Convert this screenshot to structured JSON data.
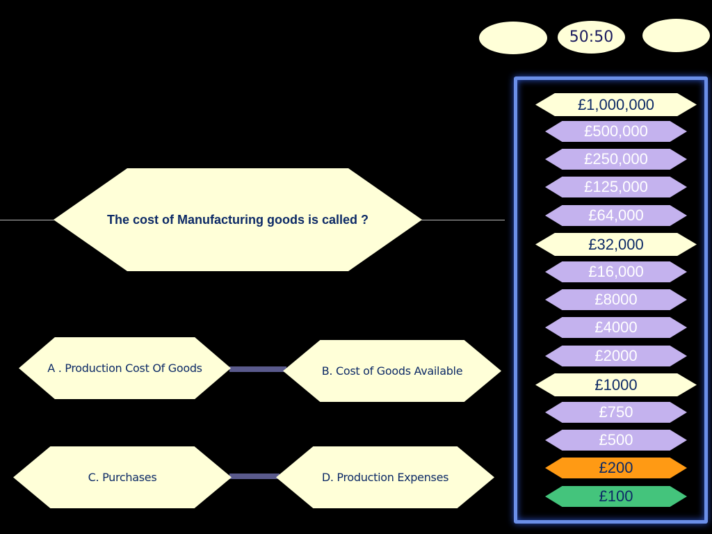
{
  "lifelines": {
    "left_label": "",
    "fifty_label": "50:50",
    "right_label": ""
  },
  "question": {
    "text": "The cost of Manufacturing goods is called ?"
  },
  "answers": {
    "a": "A . Production Cost Of Goods",
    "b": "B. Cost of Goods Available",
    "c": "C. Purchases",
    "d": "D. Production Expenses"
  },
  "ladder": {
    "prizes": [
      {
        "label": "£1,000,000",
        "kind": "milestone"
      },
      {
        "label": "£500,000",
        "kind": "norm"
      },
      {
        "label": "£250,000",
        "kind": "norm"
      },
      {
        "label": "£125,000",
        "kind": "norm"
      },
      {
        "label": "£64,000",
        "kind": "norm"
      },
      {
        "label": "£32,000",
        "kind": "milestone"
      },
      {
        "label": "£16,000",
        "kind": "norm"
      },
      {
        "label": "£8000",
        "kind": "norm"
      },
      {
        "label": "£4000",
        "kind": "norm"
      },
      {
        "label": "£2000",
        "kind": "norm"
      },
      {
        "label": "£1000",
        "kind": "milestone"
      },
      {
        "label": "£750",
        "kind": "norm"
      },
      {
        "label": "£500",
        "kind": "norm"
      },
      {
        "label": "£200",
        "kind": "current"
      },
      {
        "label": "£100",
        "kind": "won"
      }
    ]
  },
  "colors": {
    "background": "#000000",
    "panel_fill": "#ffffd8",
    "text_navy": "#0d2a66",
    "prize_lavender": "#c4b2ee",
    "prize_current": "#ff9a14",
    "prize_won": "#44c47c",
    "ladder_border": "#6b8fe8"
  }
}
